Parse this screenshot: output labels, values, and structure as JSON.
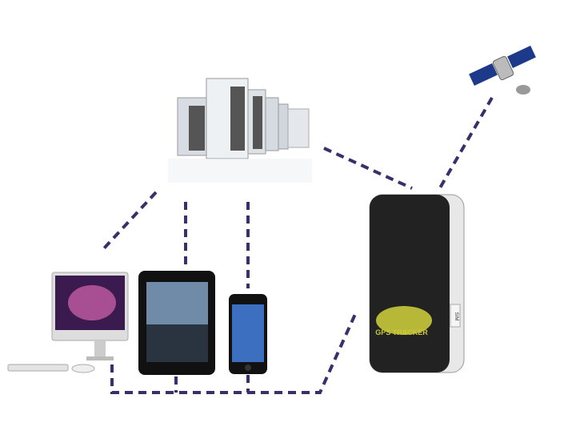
{
  "diagram": {
    "tracker": {
      "logo_text": "GPS TRACKER",
      "port_label": "SIM"
    },
    "nodes": [
      "satellite",
      "server",
      "desktop-computer",
      "tablet",
      "smartphone",
      "gps-tracker"
    ],
    "link_color": "#3a2e6b"
  }
}
